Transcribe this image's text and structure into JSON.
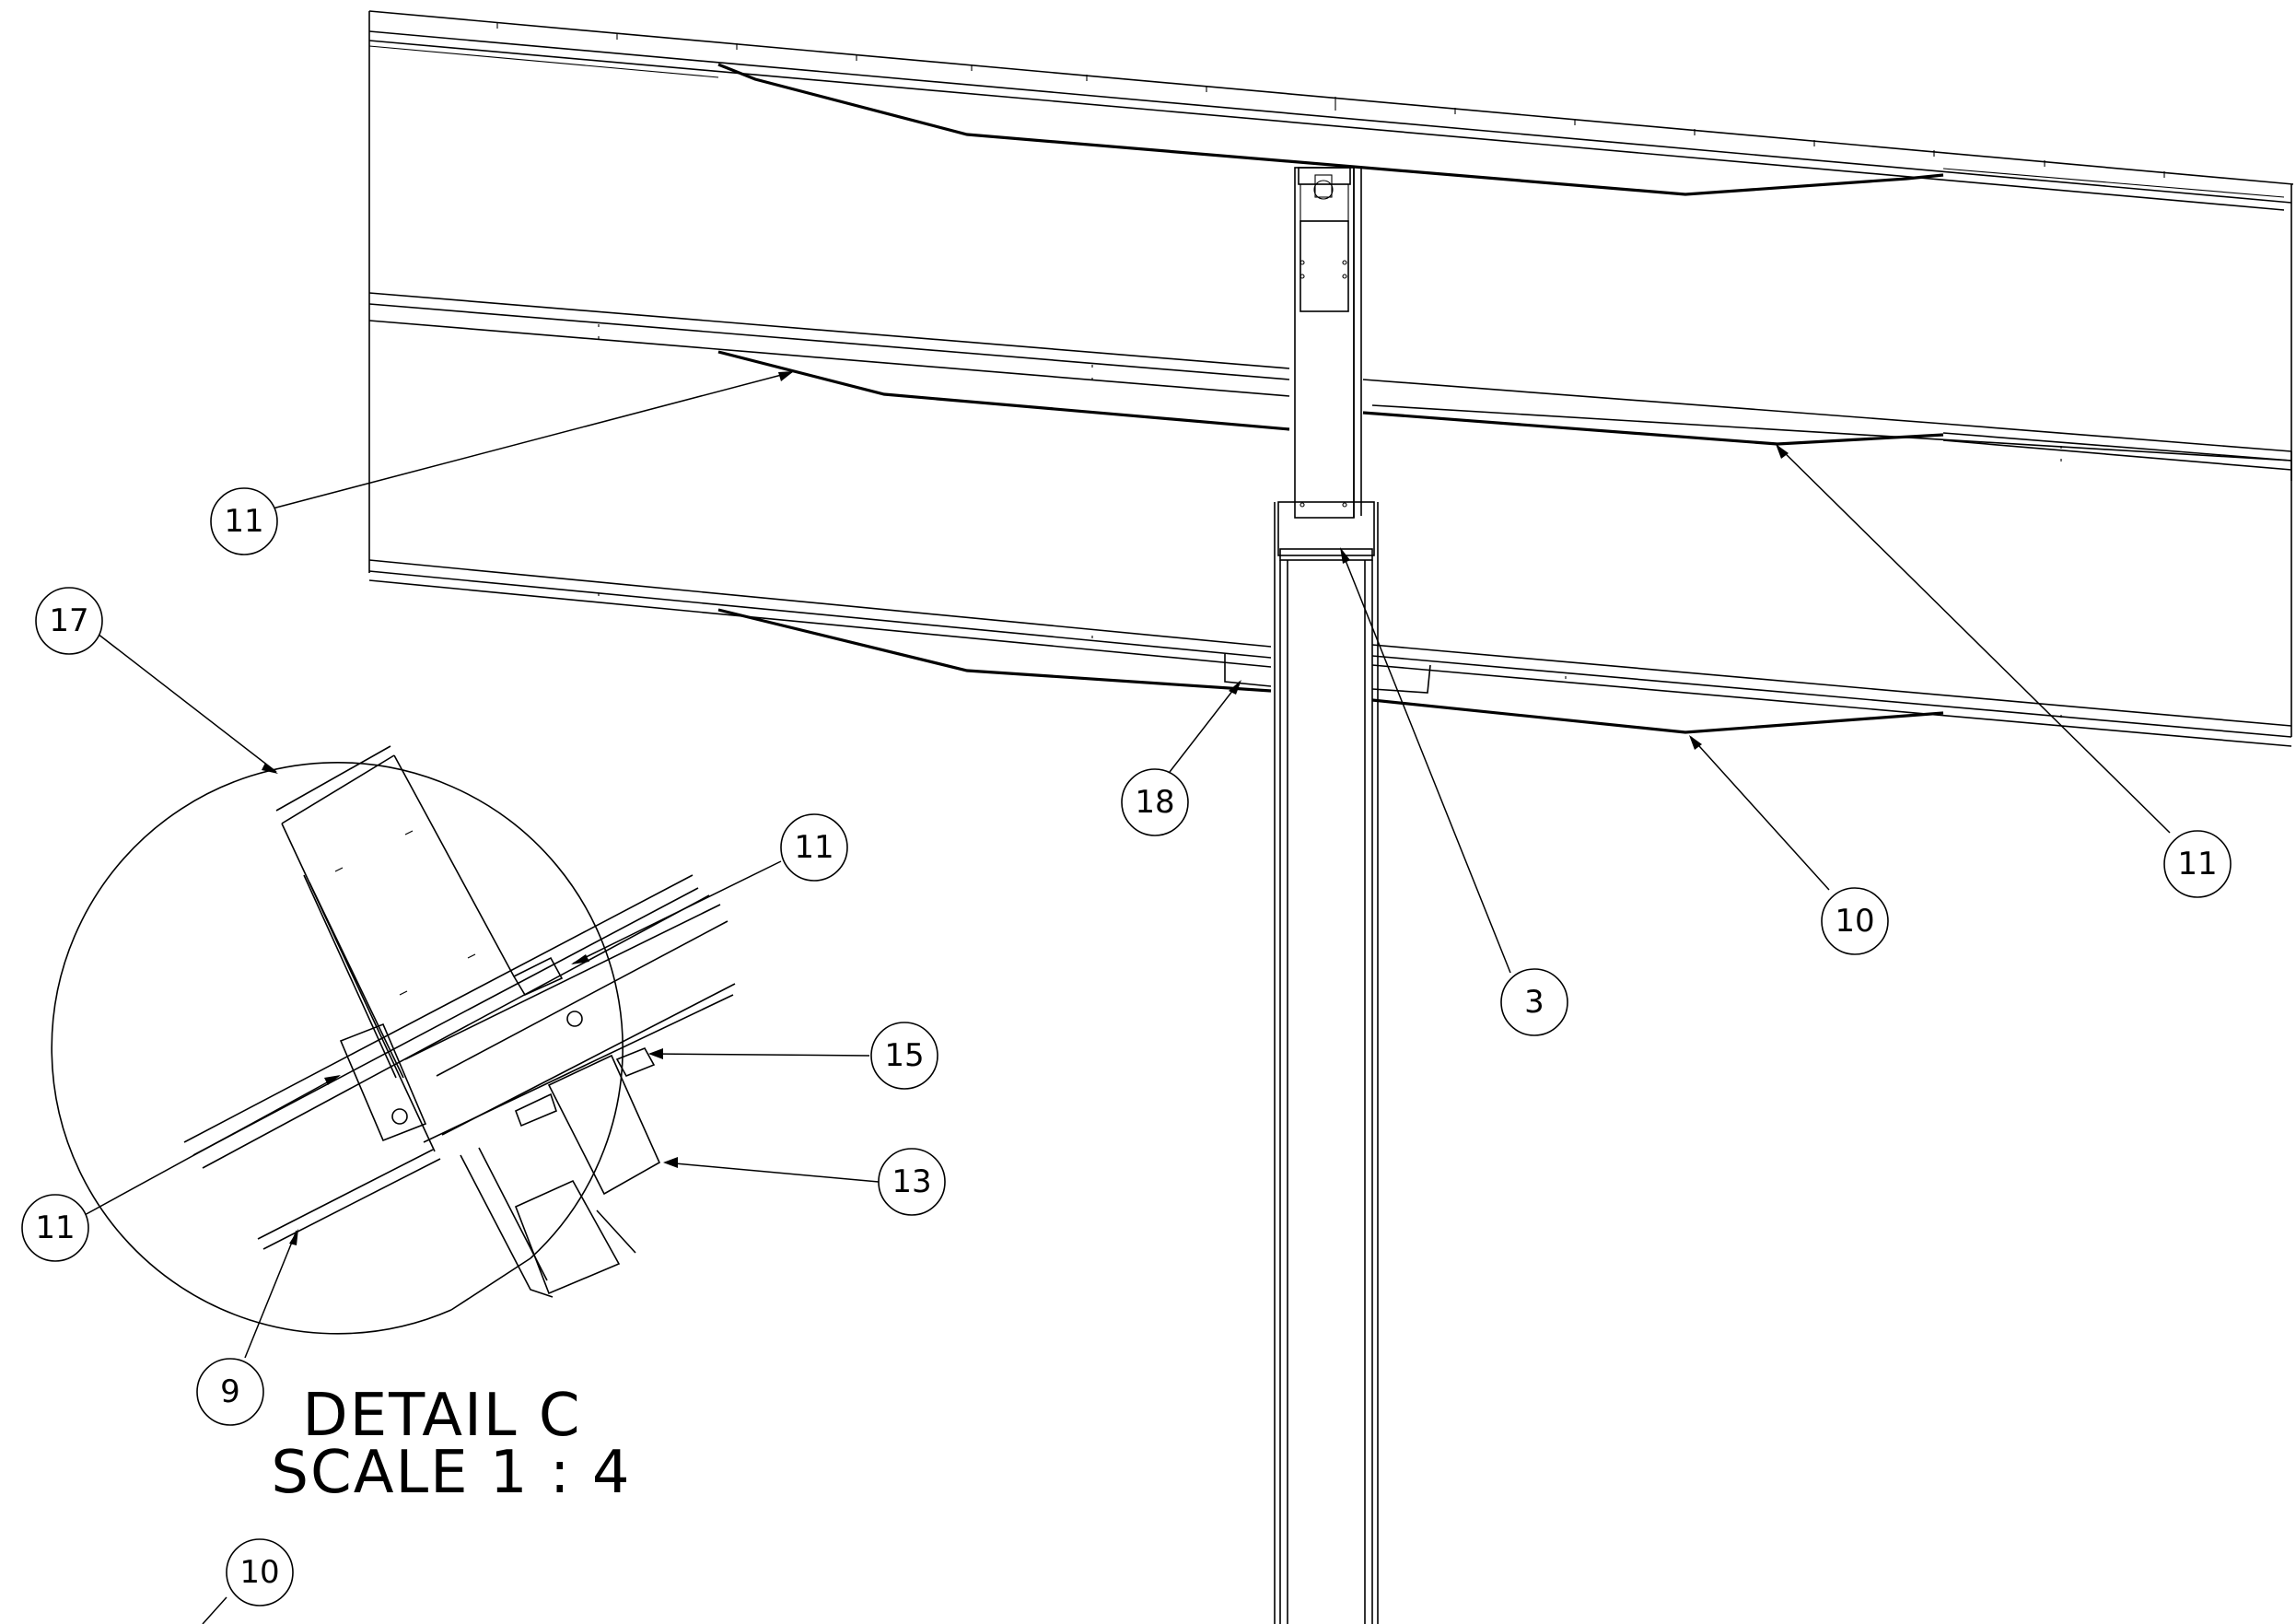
{
  "balloons": [
    {
      "id": "b-11-left-panel",
      "label": "11"
    },
    {
      "id": "b-17",
      "label": "17"
    },
    {
      "id": "b-11-detail-top",
      "label": "11"
    },
    {
      "id": "b-15",
      "label": "15"
    },
    {
      "id": "b-13",
      "label": "13"
    },
    {
      "id": "b-11-detail-left",
      "label": "11"
    },
    {
      "id": "b-9",
      "label": "9"
    },
    {
      "id": "b-18",
      "label": "18"
    },
    {
      "id": "b-3",
      "label": "3"
    },
    {
      "id": "b-10-right",
      "label": "10"
    },
    {
      "id": "b-11-right",
      "label": "11"
    },
    {
      "id": "b-10-bottom",
      "label": "10"
    }
  ],
  "detail_note": {
    "title": "DETAIL C",
    "scale": "SCALE 1 : 4"
  }
}
